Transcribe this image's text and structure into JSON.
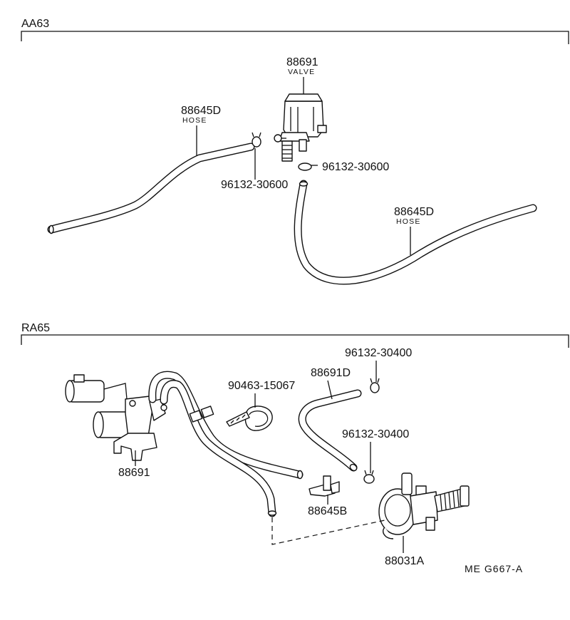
{
  "sections": [
    {
      "id": "aa63",
      "title": "AA63"
    },
    {
      "id": "ra65",
      "title": "RA65"
    }
  ],
  "aa63": {
    "valve": {
      "part_no": "88691",
      "name": "VALVE"
    },
    "hose_left": {
      "part_no": "88645D",
      "name": "HOSE"
    },
    "clip_left": {
      "part_no": "96132-30600"
    },
    "clip_right": {
      "part_no": "96132-30600"
    },
    "hose_right": {
      "part_no": "88645D",
      "name": "HOSE"
    }
  },
  "ra65": {
    "vsv": {
      "part_no": "88691"
    },
    "band": {
      "part_no": "90463-15067"
    },
    "hose": {
      "part_no": "88691D"
    },
    "clip_top": {
      "part_no": "96132-30400"
    },
    "clip_mid": {
      "part_no": "96132-30400"
    },
    "connector": {
      "part_no": "88645B"
    },
    "actuator": {
      "part_no": "88031A"
    }
  },
  "reference": "ME  G667-A"
}
